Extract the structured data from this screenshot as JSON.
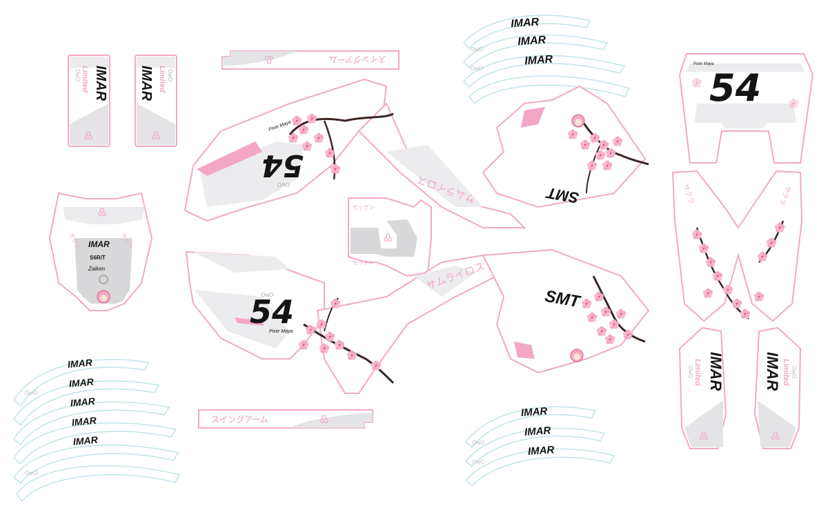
{
  "colors": {
    "outline": "#f2a7c8",
    "panel_gray": "#d8d8da",
    "panel_light": "#ececee",
    "pink_stripe": "#f3a6c6",
    "blossom": "#f4a9c6",
    "branch": "#3b2522",
    "black": "#141414",
    "rim_outline": "#bfe3e8"
  },
  "texts": {
    "brand": "IMAR",
    "brand_sub": "Limited",
    "race_number": "54",
    "smt_logo": "SMT",
    "owo": "OwO",
    "swingarm_jp": "スイングアーム",
    "side_jp": "サムライロス",
    "front_jp": "サクラ",
    "plate_jp": "ゼッケン",
    "signature": "Pixie Maya",
    "model": "S6R/T",
    "sponsor": "Zaiken"
  },
  "icons": [
    "sakura-icon",
    "anime-girl-icon",
    "helmet-icon"
  ]
}
